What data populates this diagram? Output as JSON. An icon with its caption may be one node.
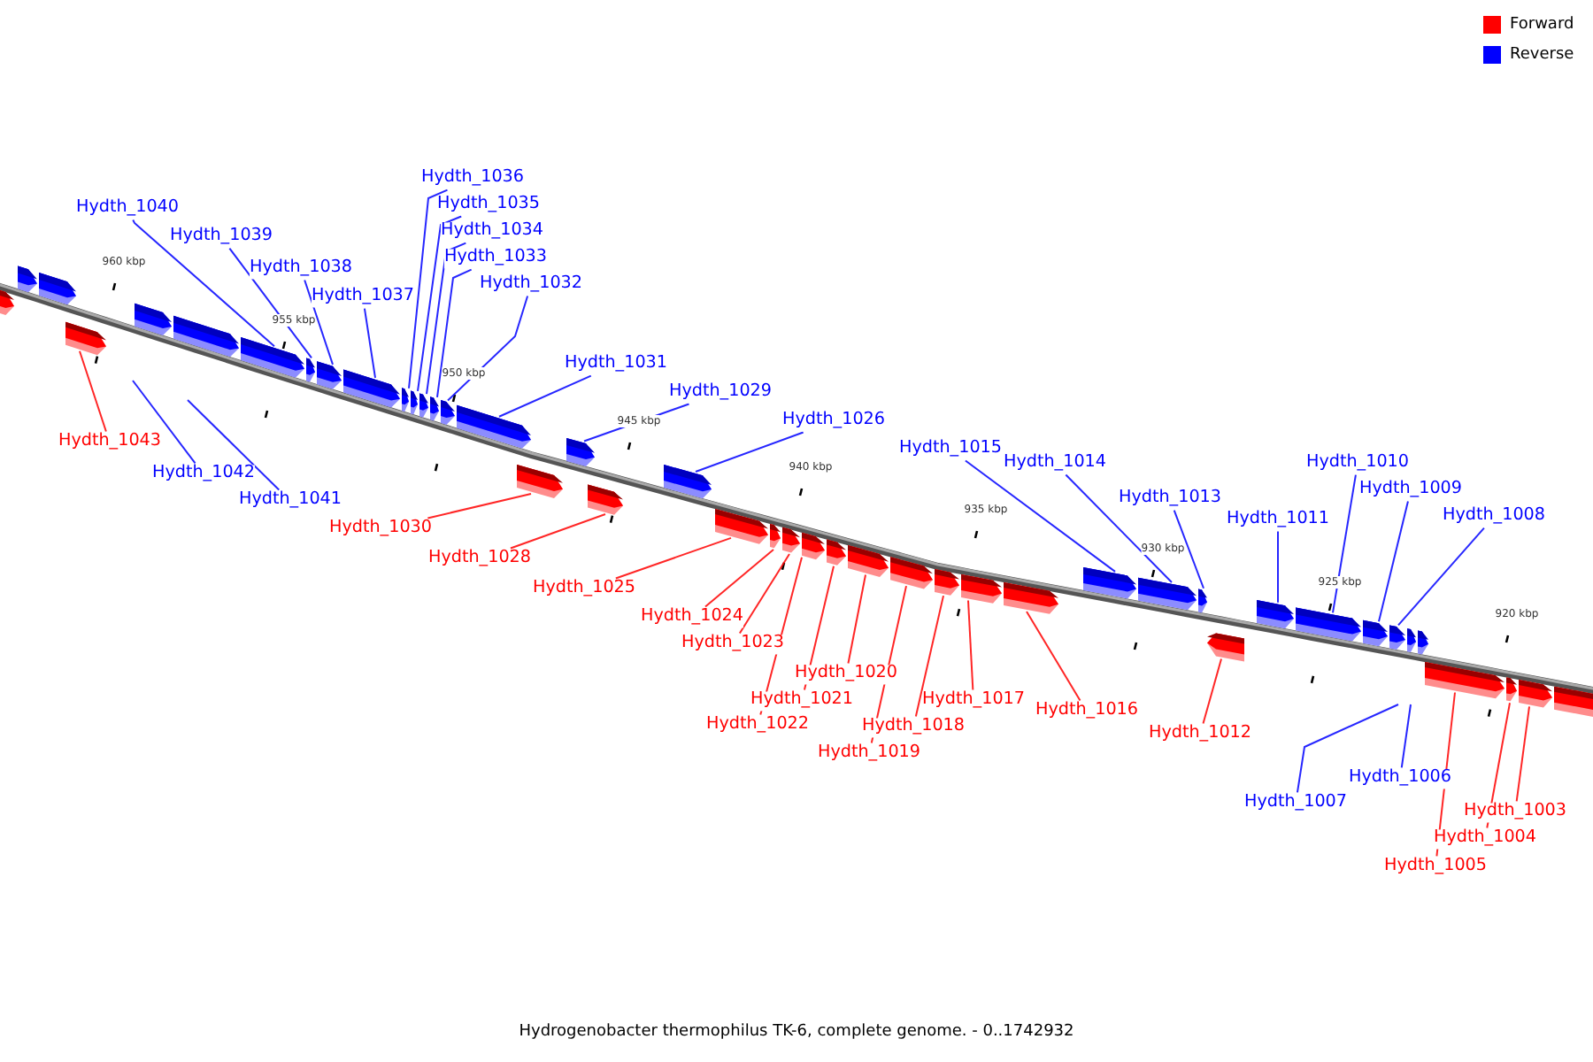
{
  "diagram": {
    "caption": "Hydrogenobacter thermophilus TK-6, complete genome. - 0..1742932",
    "nodes": [
      {
        "text": [
          "Hydth_1040"
        ]
      },
      {
        "text": [
          "Hydth_1039"
        ]
      },
      {
        "text": [
          "Hydth_1038"
        ]
      },
      {
        "text": [
          "Hydth_1037"
        ]
      },
      {
        "text": [
          "Hydth_1036"
        ]
      },
      {
        "text": [
          "Hydth_1035"
        ]
      },
      {
        "text": [
          "Hydth_1034"
        ]
      },
      {
        "text": [
          "Hydth_1033"
        ]
      },
      {
        "text": [
          "Hydth_1032"
        ]
      },
      {
        "text": [
          "Hydth_1031"
        ]
      },
      {
        "text": [
          "Hydth_1029"
        ]
      },
      {
        "text": [
          "Hydth_1026"
        ]
      },
      {
        "text": [
          "Hydth_1015"
        ]
      },
      {
        "text": [
          "Hydth_1014"
        ]
      },
      {
        "text": [
          "Hydth_1013"
        ]
      },
      {
        "text": [
          "Hydth_1011"
        ]
      },
      {
        "text": [
          "Hydth_1010"
        ]
      },
      {
        "text": [
          "Hydth_1009"
        ]
      },
      {
        "text": [
          "Hydth_1008"
        ]
      },
      {
        "text": [
          "Hydth_1043"
        ]
      },
      {
        "text": [
          "Hydth_1042"
        ]
      },
      {
        "text": [
          "Hydth_1041"
        ]
      },
      {
        "text": [
          "Hydth_1030"
        ]
      },
      {
        "text": [
          "Hydth_1028"
        ]
      },
      {
        "text": [
          "Hydth_1025"
        ]
      },
      {
        "text": [
          "Hydth_1024"
        ]
      },
      {
        "text": [
          "Hydth_1023"
        ]
      },
      {
        "text": [
          "Hydth_1022"
        ]
      },
      {
        "text": [
          "Hydth_1021"
        ]
      },
      {
        "text": [
          "Hydth_1020"
        ]
      },
      {
        "text": [
          "Hydth_1019"
        ]
      },
      {
        "text": [
          "Hydth_1018"
        ]
      },
      {
        "text": [
          "Hydth_1017"
        ]
      },
      {
        "text": [
          "Hydth_1016"
        ]
      },
      {
        "text": [
          "Hydth_1012"
        ]
      },
      {
        "text": [
          "Hydth_1007"
        ]
      },
      {
        "text": [
          "Hydth_1006"
        ]
      },
      {
        "text": [
          "Hydth_1005"
        ]
      },
      {
        "text": [
          "Hydth_1004"
        ]
      },
      {
        "text": [
          "Hydth_1003"
        ]
      },
      {
        "text": [],
        "shape": "bar"
      },
      {
        "text": [],
        "shape": "bar"
      },
      {
        "text": [],
        "shape": "bar"
      },
      {
        "text": [],
        "shape": "bar"
      },
      {
        "text": [],
        "shape": "bar"
      },
      {
        "text": [],
        "shape": "bar"
      },
      {
        "text": [],
        "shape": "bar"
      },
      {
        "text": [],
        "shape": "bar"
      },
      {
        "text": [],
        "shape": "bar"
      },
      {
        "text": [],
        "shape": "bar"
      },
      {
        "text": [],
        "shape": "bar"
      },
      {
        "text": [],
        "shape": "bar"
      },
      {
        "text": [],
        "shape": "bar"
      },
      {
        "text": [],
        "shape": "bar"
      },
      {
        "text": [],
        "shape": "bar"
      },
      {
        "text": [],
        "shape": "bar"
      },
      {
        "text": [],
        "shape": "bar"
      },
      {
        "text": [],
        "shape": "bar"
      },
      {
        "text": [],
        "shape": "bar"
      },
      {
        "text": [],
        "shape": "bar"
      },
      {
        "text": [],
        "shape": "bar"
      },
      {
        "text": [],
        "shape": "bar"
      },
      {
        "text": [],
        "shape": "bar"
      },
      {
        "text": [],
        "shape": "bar"
      },
      {
        "text": [],
        "shape": "bar"
      },
      {
        "text": [],
        "shape": "bar"
      },
      {
        "text": [],
        "shape": "bar"
      },
      {
        "text": [],
        "shape": "bar"
      },
      {
        "text": [],
        "shape": "bar"
      },
      {
        "text": [],
        "shape": "bar"
      },
      {
        "text": [],
        "shape": "bar"
      },
      {
        "text": [],
        "shape": "bar"
      },
      {
        "text": [],
        "shape": "bar"
      },
      {
        "text": [],
        "shape": "bar"
      },
      {
        "text": [],
        "shape": "bar"
      },
      {
        "text": [],
        "shape": "bar"
      },
      {
        "text": [],
        "shape": "bar"
      },
      {
        "text": [],
        "shape": "bar"
      },
      {
        "text": [],
        "shape": "bar"
      },
      {
        "text": [],
        "shape": "bar"
      },
      {
        "text": [],
        "shape": "bar"
      },
      {
        "text": [],
        "shape": "bar"
      },
      {
        "text": [],
        "shape": "bar"
      },
      {
        "text": [],
        "shape": "bar"
      }
    ],
    "edges": [
      {
        "from": 0,
        "to": 44,
        "arrow": "none"
      },
      {
        "from": 1,
        "to": 45,
        "arrow": "none"
      },
      {
        "from": 2,
        "to": 46,
        "arrow": "none"
      },
      {
        "from": 3,
        "to": 47,
        "arrow": "none"
      },
      {
        "from": 4,
        "to": 48,
        "arrow": "none"
      },
      {
        "from": 5,
        "to": 49,
        "arrow": "none"
      },
      {
        "from": 6,
        "to": 50,
        "arrow": "none"
      },
      {
        "from": 7,
        "to": 51,
        "arrow": "none"
      },
      {
        "from": 8,
        "to": 52,
        "arrow": "none"
      },
      {
        "from": 9,
        "to": 53,
        "arrow": "none"
      },
      {
        "from": 10,
        "to": 54,
        "arrow": "none"
      },
      {
        "from": 11,
        "to": 55,
        "arrow": "none"
      },
      {
        "from": 12,
        "to": 56,
        "arrow": "none"
      },
      {
        "from": 13,
        "to": 57,
        "arrow": "none"
      },
      {
        "from": 14,
        "to": 58,
        "arrow": "none"
      },
      {
        "from": 15,
        "to": 59,
        "arrow": "none"
      },
      {
        "from": 16,
        "to": 60,
        "arrow": "none"
      },
      {
        "from": 17,
        "to": 61,
        "arrow": "none"
      },
      {
        "from": 18,
        "to": 62,
        "arrow": "none"
      },
      {
        "from": 19,
        "to": 66,
        "arrow": "none",
        "color": "#ff0000"
      },
      {
        "from": 20,
        "to": null,
        "arrow": "none"
      },
      {
        "from": 21,
        "to": null,
        "arrow": "none"
      },
      {
        "from": 22,
        "to": 67,
        "arrow": "none",
        "color": "#ff0000"
      },
      {
        "from": 23,
        "to": 68,
        "arrow": "none",
        "color": "#ff0000"
      },
      {
        "from": 24,
        "to": 69,
        "arrow": "none",
        "color": "#ff0000"
      },
      {
        "from": 25,
        "to": 70,
        "arrow": "none",
        "color": "#ff0000"
      },
      {
        "from": 26,
        "to": 71,
        "arrow": "none",
        "color": "#ff0000"
      },
      {
        "from": 27,
        "to": 72,
        "arrow": "none",
        "color": "#ff0000"
      },
      {
        "from": 28,
        "to": 73,
        "arrow": "none",
        "color": "#ff0000"
      },
      {
        "from": 29,
        "to": 74,
        "arrow": "none",
        "color": "#ff0000"
      },
      {
        "from": 30,
        "to": 75,
        "arrow": "none",
        "color": "#ff0000"
      },
      {
        "from": 31,
        "to": 76,
        "arrow": "none",
        "color": "#ff0000"
      },
      {
        "from": 32,
        "to": 77,
        "arrow": "none",
        "color": "#ff0000"
      },
      {
        "from": 33,
        "to": 78,
        "arrow": "none",
        "color": "#ff0000"
      },
      {
        "from": 34,
        "to": 79,
        "arrow": "none",
        "color": "#ff0000"
      },
      {
        "from": 35,
        "to": null,
        "arrow": "none"
      },
      {
        "from": 36,
        "to": null,
        "arrow": "none"
      },
      {
        "from": 37,
        "to": 80,
        "arrow": "none",
        "color": "#ff0000"
      },
      {
        "from": 38,
        "to": 81,
        "arrow": "none",
        "color": "#ff0000"
      },
      {
        "from": 39,
        "to": 82,
        "arrow": "none",
        "color": "#ff0000"
      }
    ],
    "labels": [
      "960 kbp",
      "955 kbp",
      "950 kbp",
      "945 kbp",
      "940 kbp",
      "935 kbp",
      "930 kbp",
      "925 kbp",
      "920 kbp"
    ],
    "legend": [
      {
        "text": "Forward",
        "color": "#ff0000"
      },
      {
        "text": "Reverse",
        "color": "#0000ff"
      }
    ]
  }
}
